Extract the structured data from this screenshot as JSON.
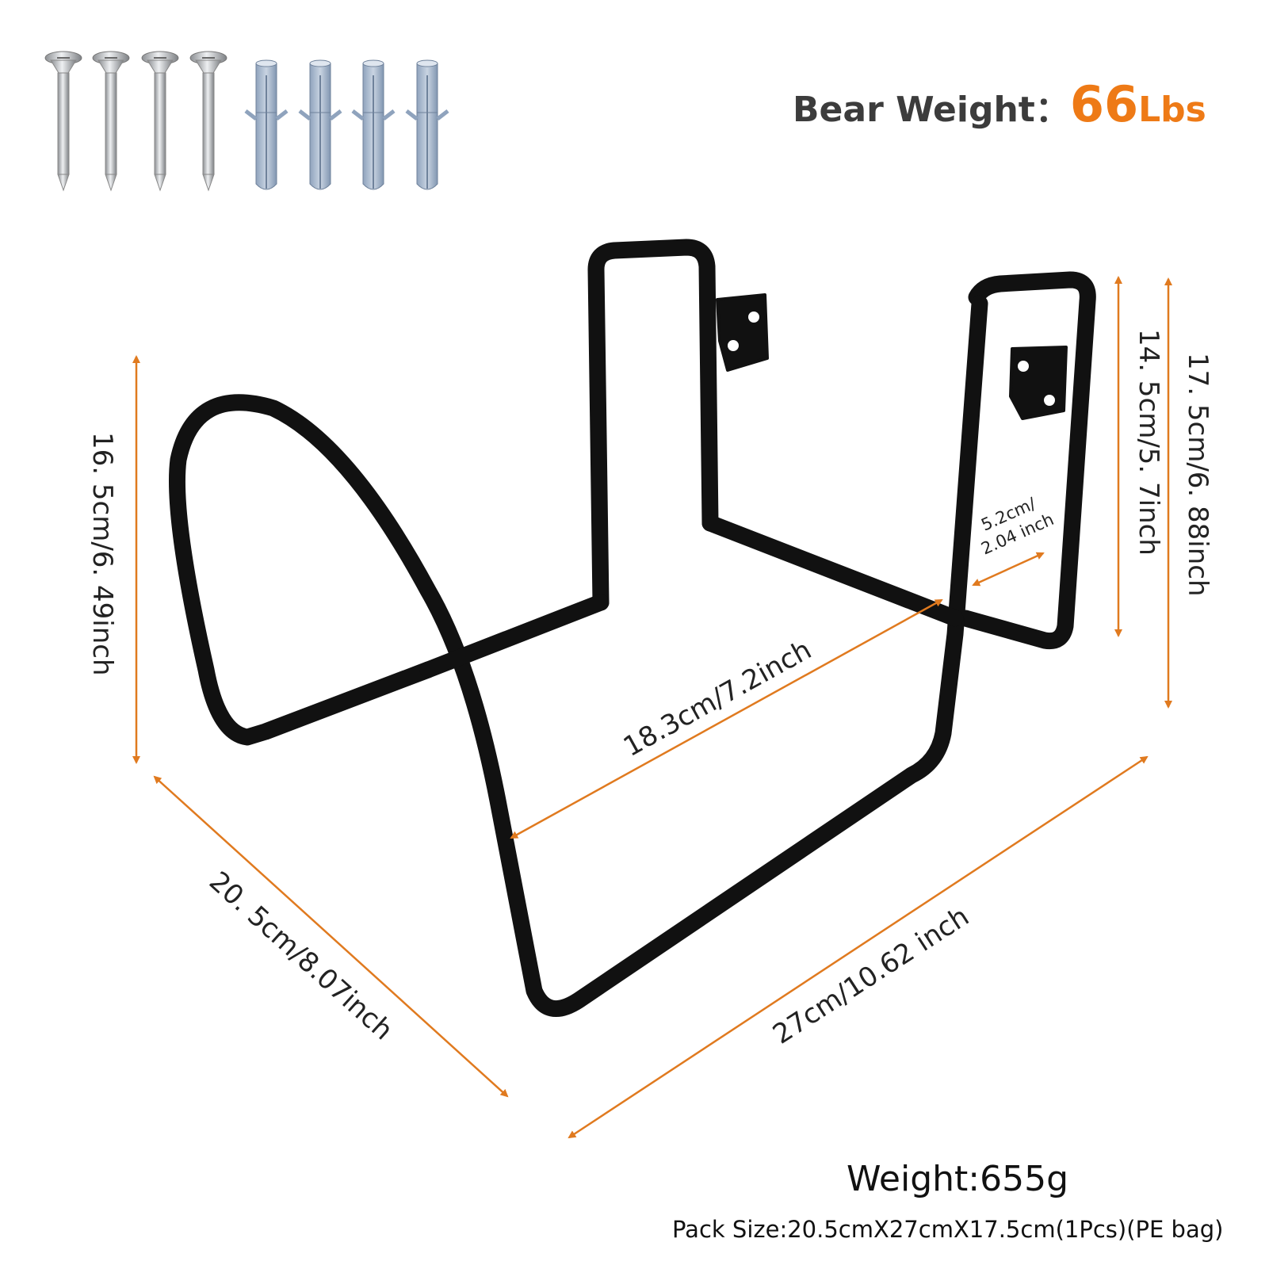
{
  "bear_weight": {
    "label": "Bear Weight：",
    "value": "66",
    "unit": "Lbs"
  },
  "dimensions": {
    "left_height": "16. 5cm/6. 49inch",
    "back_height": "14. 5cm/5. 7inch",
    "total_height": "17. 5cm/6. 88inch",
    "inner_depth": "18.3cm/7.2inch",
    "plate_width_line1": "5.2cm/",
    "plate_width_line2": "2.04 inch",
    "depth": "20. 5cm/8.07inch",
    "width": "27cm/10.62 inch"
  },
  "weight": "Weight:655g",
  "pack_size": "Pack Size:20.5cmX27cmX17.5cm(1Pcs)(PE bag)",
  "colors": {
    "accent": "#ee7a16",
    "frame": "#111111",
    "text": "#3c3c3c"
  },
  "hardware": {
    "screws": 4,
    "anchors": 4
  }
}
